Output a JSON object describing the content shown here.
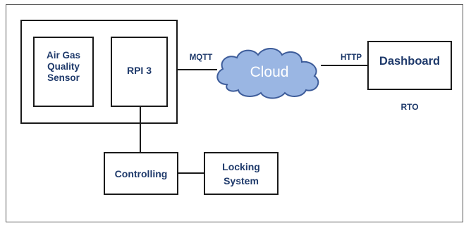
{
  "diagram": {
    "nodes": {
      "sensor": {
        "line1": "Air Gas",
        "line2": "Quality",
        "line3": "Sensor"
      },
      "rpi": {
        "label": "RPI 3"
      },
      "cloud": {
        "label": "Cloud"
      },
      "dashboard": {
        "label": "Dashboard"
      },
      "rto": {
        "label": "RTO"
      },
      "controlling": {
        "label": "Controlling"
      },
      "locking": {
        "line1": "Locking",
        "line2": "System"
      }
    },
    "edges": {
      "mqtt": {
        "label": "MQTT"
      },
      "http": {
        "label": "HTTP"
      }
    },
    "colors": {
      "text": "#1f3a6b",
      "cloud_fill": "#9ab6e3",
      "cloud_stroke": "#3d5c9a",
      "cloud_text": "#ffffff",
      "lines": "#1a1a1a"
    }
  }
}
